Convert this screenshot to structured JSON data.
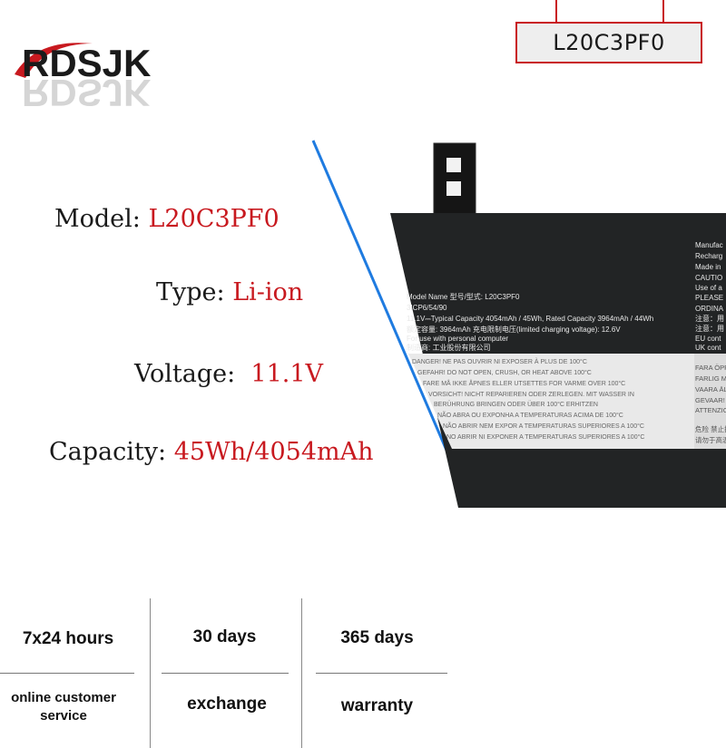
{
  "brand": {
    "name": "RDSJK",
    "accent": "#c8191f"
  },
  "model_tag": "L20C3PF0",
  "specs": [
    {
      "label": "Model:",
      "value": "L20C3PF0"
    },
    {
      "label": "Type:",
      "value": "Li-ion"
    },
    {
      "label": "Voltage:",
      "value": "11.1V"
    },
    {
      "label": "Capacity:",
      "value": "45Wh/4054mAh"
    }
  ],
  "battery_label": {
    "model_line": "Model Name 型号/型式: L20C3PF0",
    "cell_line": "3ICP6/54/90",
    "capacity_line": "11.1V⎓Typical Capacity 4054mAh / 45Wh, Rated Capacity 3964mAh / 44Wh",
    "rated_line": "额定容量: 3964mAh   充电限制电压(limited charging voltage): 12.6V",
    "use_line": "For use with          personal computer",
    "maker_line": "制造商:          工业股份有限公司",
    "warnings": [
      "DANGER!  NE PAS OUVRIR NI EXPOSER À PLUS DE 100°C",
      "GEFAHR!  DO NOT OPEN, CRUSH, OR HEAT ABOVE 100°C",
      "FARE  MÅ IKKE ÅPNES ELLER UTSETTES FOR VARME OVER 100°C",
      "VORSICHT!  NICHT REPARIEREN ODER ZERLEGEN. MIT WASSER IN",
      "BERÜHRUNG BRINGEN ODER ÜBER 100°C ERHITZEN",
      "NÃO ABRA OU EXPONHA A TEMPERATURAS ACIMA DE 100°C",
      "NÃO ABRIR NEM EXPOR A TEMPERATURAS SUPERIORES A 100°C",
      "NO ABRIR NI EXPONER A TEMPERATURAS SUPERIORES A 100°C"
    ],
    "right_col": [
      "Manufac",
      "Recharg",
      "Made in",
      "CAUTIO",
      "Use of a",
      "PLEASE",
      "ORDINA",
      "注意：用",
      "注意：用",
      "EU cont",
      "UK cont"
    ],
    "right_warn": [
      "FARA  ÖPPNA IN",
      "FARLIG  MÅ IKKE",
      "VAARA  ÄLÄ AVA",
      "GEVAAR!  NIET O",
      "ATTENZIONE!  NE",
      "危险  禁止拆卸、",
      "请勿于高温"
    ]
  },
  "services": [
    {
      "title": "7x24 hours",
      "desc": [
        "online customer",
        "service"
      ]
    },
    {
      "title": "30 days",
      "desc": [
        "exchange"
      ]
    },
    {
      "title": "365 days",
      "desc": [
        "warranty"
      ]
    }
  ]
}
